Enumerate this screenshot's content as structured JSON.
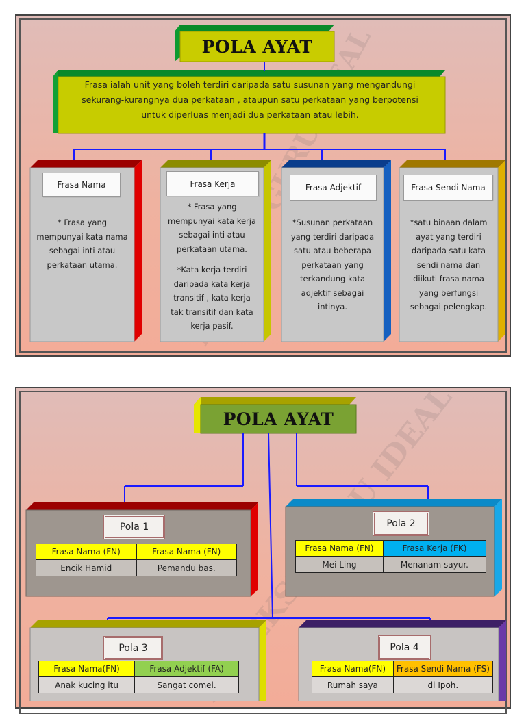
{
  "slide1": {
    "title": "POLA AYAT",
    "definition_lines": [
      "Frasa ialah  unit yang boleh terdiri daripada satu susunan yang mengandungi",
      "sekurang-kurangnya dua perkataan , ataupun satu perkataan yang berpotensi",
      "untuk diperluas  menjadi  dua perkataan atau lebih."
    ],
    "cards": [
      {
        "label": "Frasa Nama",
        "text": [
          "* Frasa yang",
          "mempunyai kata nama",
          "sebagai inti atau",
          "perkataan utama."
        ]
      },
      {
        "label": "Frasa Kerja",
        "text": [
          "* Frasa yang",
          "mempunyai kata kerja",
          "sebagai  inti atau",
          "perkataan utama.",
          "",
          "*Kata kerja terdiri",
          "daripada kata kerja",
          "transitif , kata kerja",
          "tak transitif  dan kata",
          "kerja pasif."
        ]
      },
      {
        "label": "Frasa Adjektif",
        "text": [
          "*Susunan  perkataan",
          "yang terdiri  daripada",
          "satu atau beberapa",
          "perkataan yang",
          "terkandung kata",
          "adjektif  sebagai",
          "intinya."
        ]
      },
      {
        "label": "Frasa Sendi Nama",
        "text": [
          "*satu binaan dalam",
          "ayat yang terdiri",
          "daripada satu  kata",
          "sendi nama dan",
          "diikuti  frasa  nama",
          "yang berfungsi",
          "sebagai pelengkap."
        ]
      }
    ]
  },
  "slide2": {
    "title": "POLA AYAT",
    "patterns": [
      {
        "label": "Pola  1",
        "headers": [
          "Frasa Nama (FN)",
          "Frasa Nama (FN)"
        ],
        "values": [
          "Encik Hamid",
          "Pemandu bas."
        ]
      },
      {
        "label": "Pola 2",
        "headers": [
          "Frasa Nama (FN)",
          "Frasa  Kerja (FK)"
        ],
        "values": [
          "Mei Ling",
          "Menanam sayur."
        ]
      },
      {
        "label": "Pola 3",
        "headers": [
          "Frasa Nama(FN)",
          "Frasa Adjektif (FA)"
        ],
        "values": [
          "Anak kucing itu",
          "Sangat comel."
        ]
      },
      {
        "label": "Pola 4",
        "headers": [
          "Frasa Nama(FN)",
          "Frasa Sendi Nama (FS)"
        ],
        "values": [
          "Rumah saya",
          "di  Ipoh."
        ]
      }
    ]
  },
  "colors": {
    "title_face": "#c9cc00",
    "pola_title_face": "#7aa233",
    "definition_face": "#c7cc00",
    "line": "#1a1aff",
    "header_yellow": "#ffff00",
    "header_cyan": "#00b0f0",
    "header_green": "#92d050",
    "header_orange": "#ffc000"
  }
}
